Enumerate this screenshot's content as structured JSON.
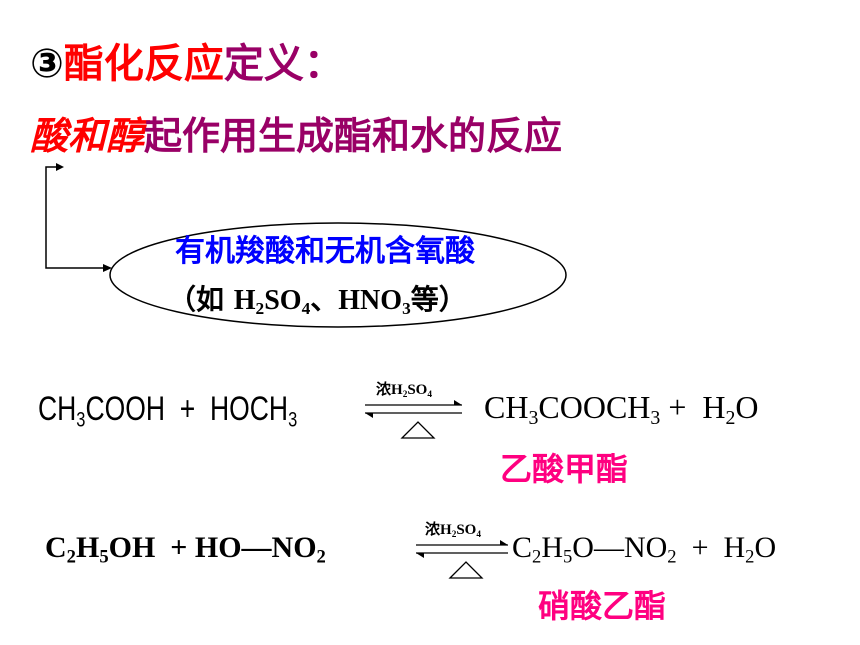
{
  "title": {
    "number": "③",
    "red_part": "酯化反应",
    "purple_part": "定义："
  },
  "definition": {
    "italic_part": "酸和醇",
    "rest": "起作用生成酯和水的反应"
  },
  "note": {
    "line1": "有机羧酸和无机含氧酸",
    "open": "（如 ",
    "h2so4_H": "H",
    "h2so4_2": "2",
    "h2so4_SO": "SO",
    "h2so4_4": "4",
    "sep": "、",
    "hno3_HNO": "HNO",
    "hno3_3": "3",
    "close": "等）"
  },
  "condition": {
    "conc": "浓",
    "H": "H",
    "two": "2",
    "SO": "SO",
    "four": "4"
  },
  "equation1": {
    "a1": "CH",
    "a2": "3",
    "a3": "COOH  +  HOCH",
    "a4": "3",
    "p1": "CH",
    "p2": "3",
    "p3": "COOCH",
    "p4": "3",
    "p5": " +  H",
    "p6": "2",
    "p7": "O",
    "product_name": "乙酸甲酯"
  },
  "equation2": {
    "a1": "C",
    "a2": "2",
    "a3": "H",
    "a4": "5",
    "a5": "OH  + HO—NO",
    "a6": "2",
    "p1": "C",
    "p2": "2",
    "p3": "H",
    "p4": "5",
    "p5": "O—NO",
    "p6": "2",
    "p7": "  +  H",
    "p8": "2",
    "p9": "O",
    "product_name": "硝酸乙酯"
  },
  "colors": {
    "red": "#ff0000",
    "purple": "#990066",
    "blue": "#0000ff",
    "pink": "#ff0080"
  }
}
